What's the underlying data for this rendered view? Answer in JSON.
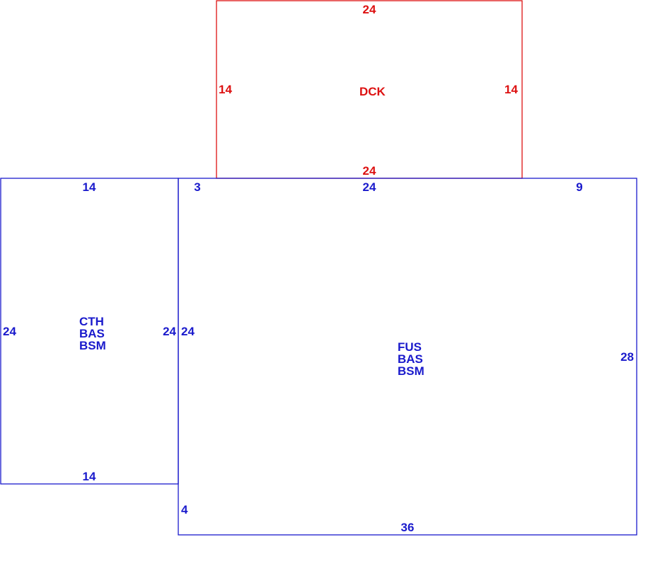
{
  "colors": {
    "primary": "#1a1acc",
    "accent": "#dd1111"
  },
  "deck": {
    "code": "DCK",
    "top": "24",
    "bottom": "24",
    "left": "14",
    "right": "14"
  },
  "left_section": {
    "codes": [
      "CTH",
      "BAS",
      "BSM"
    ],
    "top": "14",
    "bottom": "14",
    "left": "24",
    "right": "24"
  },
  "main_section": {
    "codes": [
      "FUS",
      "BAS",
      "BSM"
    ],
    "top_left": "3",
    "top_middle": "24",
    "top_right": "9",
    "left": "24",
    "right": "28",
    "bottom": "36",
    "bottom_left": "4"
  }
}
